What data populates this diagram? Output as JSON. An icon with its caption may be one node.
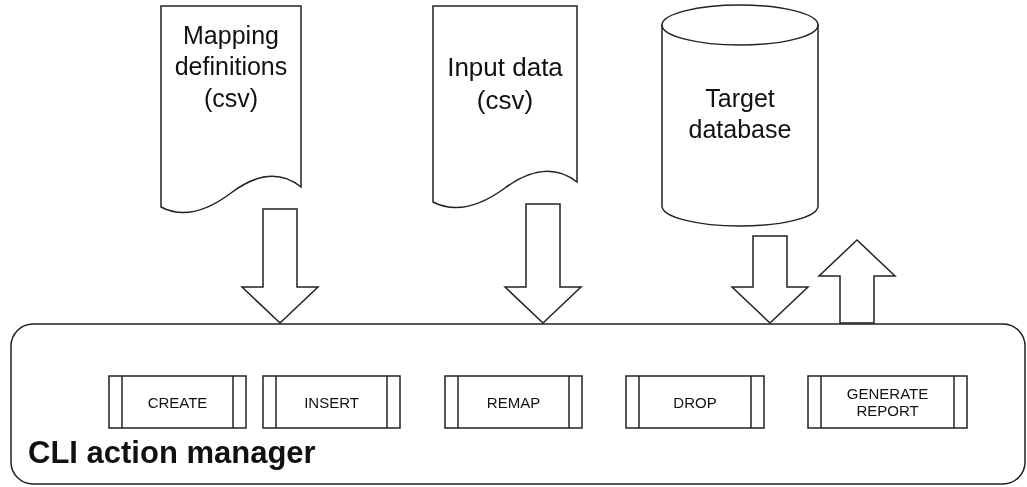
{
  "diagram": {
    "nodes": [
      {
        "text": [
          "Mapping definitions (csv)"
        ]
      },
      {
        "text": [
          "Input data (csv)"
        ]
      },
      {
        "text": [
          "Target database"
        ]
      },
      {
        "text": [
          "CLI action manager"
        ]
      },
      {
        "text": [
          "CREATE"
        ],
        "in": 3
      },
      {
        "text": [
          "INSERT"
        ],
        "in": 3
      },
      {
        "text": [
          "REMAP"
        ],
        "in": 3
      },
      {
        "text": [
          "DROP"
        ],
        "in": 3
      },
      {
        "text": [
          "GENERATE REPORT"
        ],
        "in": 3
      }
    ],
    "edges": [
      {
        "from": 0,
        "to": 3,
        "arrow": "to"
      },
      {
        "from": 1,
        "to": 3,
        "arrow": "to"
      },
      {
        "from": 2,
        "to": 3,
        "arrow": "to"
      },
      {
        "from": 3,
        "to": 2,
        "arrow": "to"
      }
    ]
  }
}
